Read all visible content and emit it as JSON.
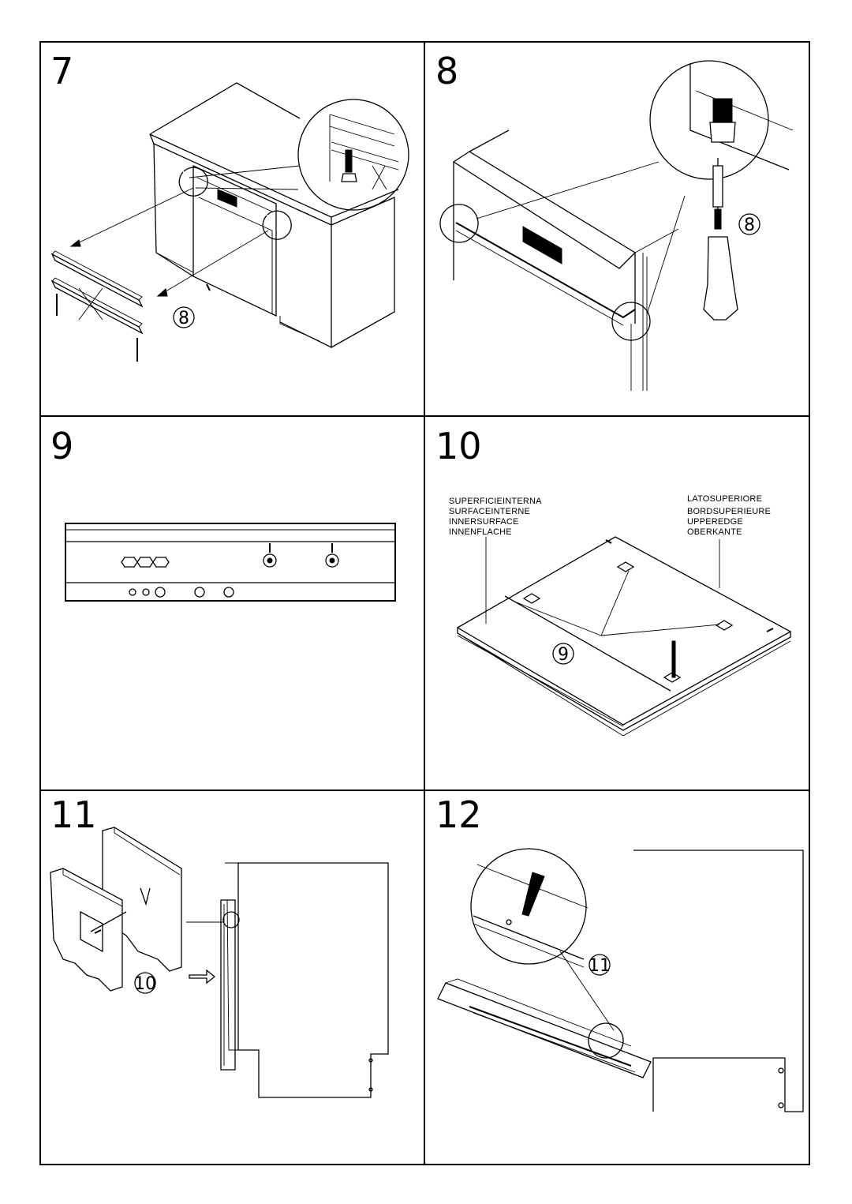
{
  "panels": [
    {
      "number": "7",
      "callout": "8"
    },
    {
      "number": "8",
      "callout": "8"
    },
    {
      "number": "9"
    },
    {
      "number": "10",
      "callout": "9",
      "left_labels": [
        "SUPERFICIEINTERNA",
        "SURFACEINTERNE",
        "INNERSURFACE",
        "INNENFLACHE"
      ],
      "right_labels": [
        "LATOSUPERIORE",
        "BORDSUPERIEURE",
        "UPPEREDGE",
        "OBERKANTE"
      ]
    },
    {
      "number": "11",
      "callout": "10"
    },
    {
      "number": "12",
      "callout": "11"
    }
  ]
}
